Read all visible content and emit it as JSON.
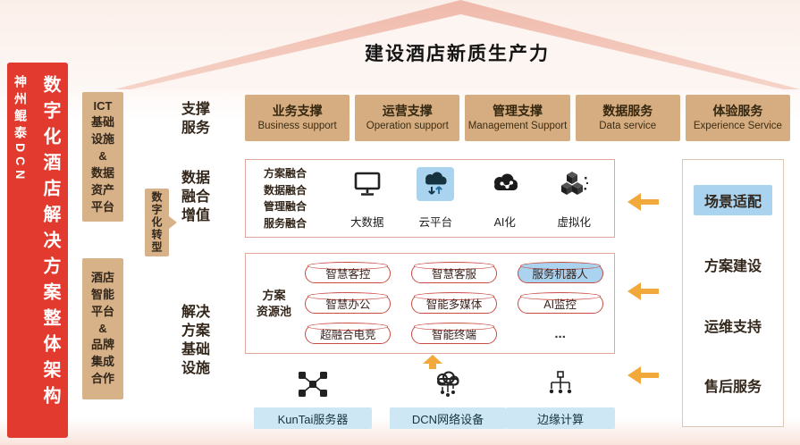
{
  "palette": {
    "brand_red": "#e23a2e",
    "tan": "#d5ad80",
    "gold": "#f2a93b",
    "highlight_blue": "#a9d3ee",
    "label_blue": "#cde7f5",
    "box_border_pink": "#e0a79b",
    "pill_border_red": "#c94b43"
  },
  "banner": {
    "main": "数字化酒店解决方案整体架构",
    "sub": "神州鲲泰DCN"
  },
  "side": {
    "top_box": "ICT\n基础\n设施\n&\n数据\n资产\n平台",
    "bottom_box": "酒店\n智能\n平台\n&\n品牌\n集成\n合作",
    "transform": "数字化转型"
  },
  "roof": {
    "title": "建设酒店新质生产力"
  },
  "support": {
    "label": "支撑\n服务",
    "items": [
      {
        "zh": "业务支撑",
        "en": "Business support"
      },
      {
        "zh": "运营支撑",
        "en": "Operation support"
      },
      {
        "zh": "管理支撑",
        "en": "Management Support"
      },
      {
        "zh": "数据服务",
        "en": "Data service"
      },
      {
        "zh": "体验服务",
        "en": "Experience Service"
      }
    ]
  },
  "fusion": {
    "label": "数据\n融合\n增值",
    "list": "方案融合\n数据融合\n管理融合\n服务融合",
    "icons": [
      {
        "label": "大数据",
        "icon": "big-data-monitor-icon",
        "highlighted": false
      },
      {
        "label": "云平台",
        "icon": "cloud-platform-icon",
        "highlighted": true
      },
      {
        "label": "AI化",
        "icon": "ai-cloud-icon",
        "highlighted": false
      },
      {
        "label": "虚拟化",
        "icon": "virtualization-cubes-icon",
        "highlighted": false
      }
    ]
  },
  "infra": {
    "label": "解决\n方案\n基础\n设施",
    "pool": "方案\n资源池",
    "pills": [
      {
        "label": "智慧客控",
        "highlighted": false
      },
      {
        "label": "智慧客服",
        "highlighted": false
      },
      {
        "label": "服务机器人",
        "highlighted": true
      },
      {
        "label": "智慧办公",
        "highlighted": false
      },
      {
        "label": "智能多媒体",
        "highlighted": false
      },
      {
        "label": "AI监控",
        "highlighted": false
      },
      {
        "label": "超融合电竞",
        "highlighted": false
      },
      {
        "label": "智能终端",
        "highlighted": false
      },
      {
        "label": "...",
        "plain": true
      }
    ]
  },
  "hardware": {
    "items": [
      {
        "label": "KunTai服务器",
        "icon": "server-cluster-icon"
      },
      {
        "label": "DCN网络设备",
        "icon": "network-cloud-icon"
      },
      {
        "label": "边缘计算",
        "icon": "edge-computing-icon"
      }
    ]
  },
  "right_panel": {
    "items": [
      {
        "label": "场景适配",
        "highlighted": true
      },
      {
        "label": "方案建设",
        "highlighted": false
      },
      {
        "label": "运维支持",
        "highlighted": false
      },
      {
        "label": "售后服务",
        "highlighted": false
      }
    ]
  }
}
